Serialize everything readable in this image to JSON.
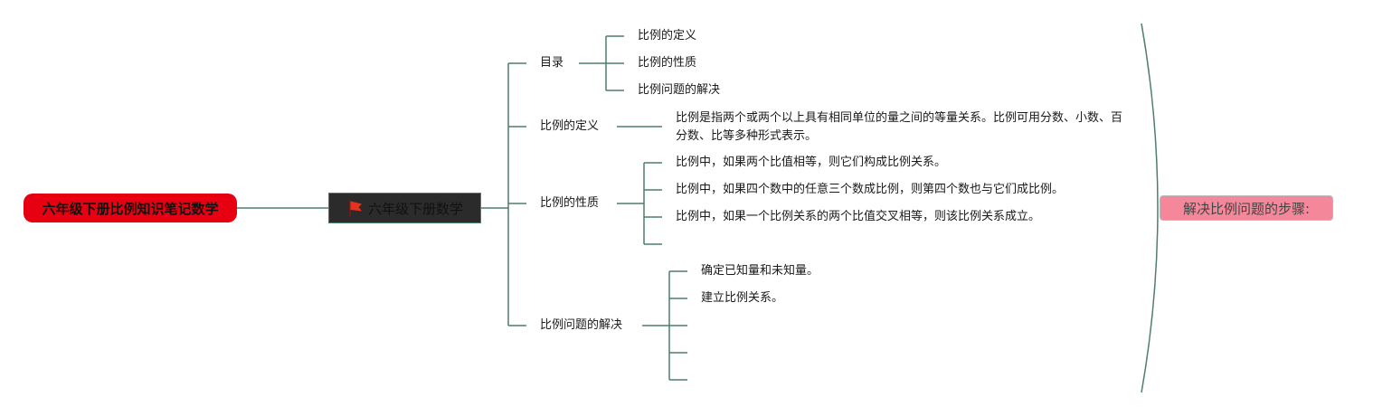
{
  "root": "六年级下册比例知识笔记数学",
  "main": {
    "label": "六年级下册数学",
    "icon": "flag-icon"
  },
  "branches": {
    "toc": {
      "label": "目录",
      "items": [
        "比例的定义",
        "比例的性质",
        "比例问题的解决"
      ]
    },
    "definition": {
      "label": "比例的定义",
      "text": "比例是指两个或两个以上具有相同单位的量之间的等量关系。比例可用分数、小数、百分数、比等多种形式表示。"
    },
    "properties": {
      "label": "比例的性质",
      "items": [
        "比例中，如果两个比值相等，则它们构成比例关系。",
        "比例中，如果四个数中的任意三个数成比例，则第四个数也与它们成比例。",
        "比例中，如果一个比例关系的两个比值交叉相等，则该比例关系成立。"
      ]
    },
    "solving": {
      "label": "比例问题的解决",
      "items": [
        "确定已知量和未知量。",
        "建立比例关系。"
      ]
    }
  },
  "summary": {
    "label": "解决比例问题的步骤:"
  },
  "colors": {
    "line": "#4d7f6a",
    "root": "#e60012",
    "main": "#2b2b2b",
    "summary": "#f4879a",
    "flag": "#e8301e"
  }
}
